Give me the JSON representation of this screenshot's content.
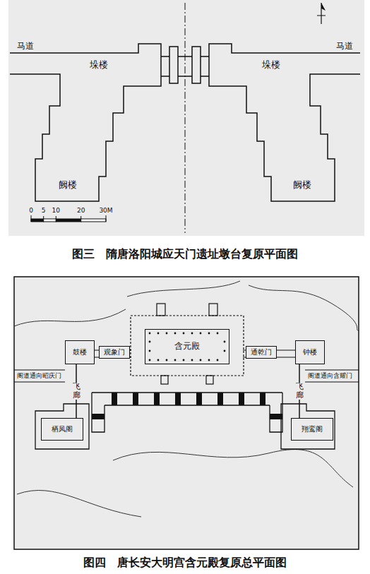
{
  "diagram": {
    "nodes": [
      {
        "text": [
          "含元殿"
        ]
      },
      {
        "text": [
          "鼓楼"
        ]
      },
      {
        "text": [
          "观象门"
        ]
      },
      {
        "text": [
          "通乾门"
        ]
      },
      {
        "text": [
          "钟楼"
        ]
      },
      {
        "text": [
          "栖凤阁"
        ]
      },
      {
        "text": [
          "翔鸾阁"
        ]
      }
    ],
    "edges": [
      {
        "from": 1,
        "to": 5,
        "label": "飞廊",
        "arrow": "none"
      },
      {
        "from": 4,
        "to": 6,
        "label": "飞廊",
        "arrow": "none"
      }
    ],
    "labels": [
      "马道",
      "马道",
      "垛楼",
      "垛楼",
      "阙楼",
      "阙楼",
      "0",
      "5",
      "10",
      "20",
      "30M",
      "图三　隋唐洛阳城应天门遗址墩台复原平面图",
      "阁道通向昭庆门",
      "阁道通向含耀门",
      "图四　唐长安大明宫含元殿复原总平面图"
    ]
  }
}
